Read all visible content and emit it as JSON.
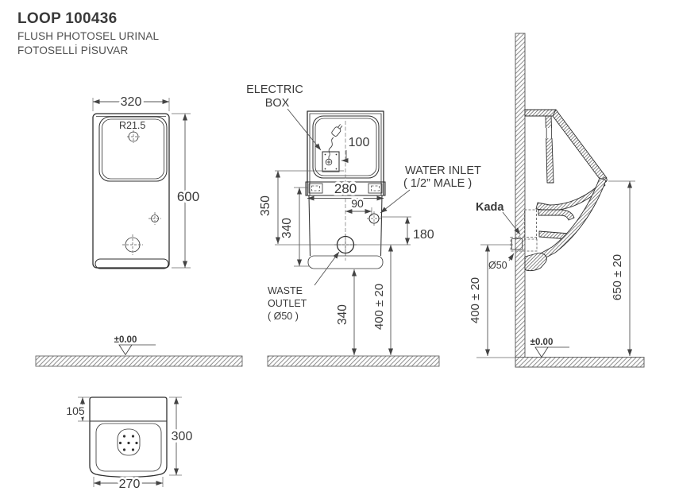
{
  "header": {
    "model": "LOOP 100436",
    "product_name_en": "FLUSH PHOTOSEL URINAL",
    "product_name_tr": "FOTOSELLİ PİSUVAR"
  },
  "front_view": {
    "width": "320",
    "height": "600",
    "bowl_corner_radius": "R21.5"
  },
  "installation_view": {
    "electric_box_label": [
      "ELECTRIC",
      "BOX"
    ],
    "electric_box_offset": "100",
    "mounting_width": "280",
    "water_inlet_label": [
      "WATER INLET",
      "( 1/2” MALE )"
    ],
    "water_inlet_offset": "90",
    "water_inlet_below_rim": "180",
    "rim_to_outlet": "350",
    "mount_to_bottom": "340",
    "waste_outlet_label": [
      "WASTE",
      "OUTLET",
      "( Ø50 )"
    ],
    "bottom_to_floor": "340",
    "outlet_height": "400 ± 20",
    "floor_level": "±0.00"
  },
  "side_view": {
    "trap_label": "Kada",
    "outlet_diameter": "Ø50",
    "outlet_height": "400 ± 20",
    "rim_height": "650 ± 20",
    "floor_level": "±0.00"
  },
  "top_view": {
    "rim_depth": "105",
    "depth": "300",
    "width": "270"
  }
}
